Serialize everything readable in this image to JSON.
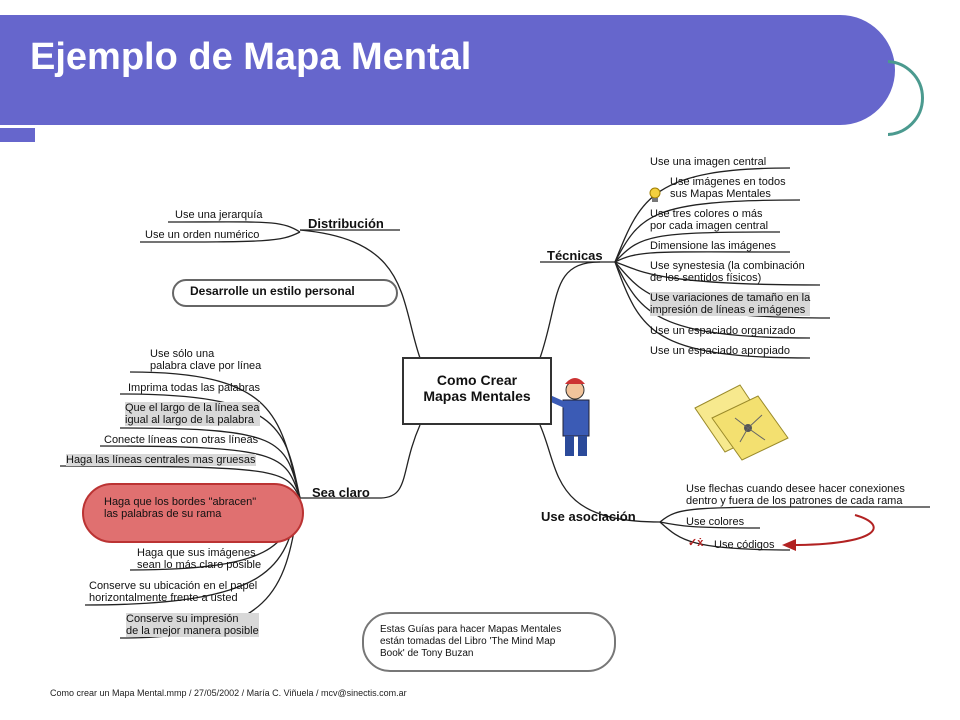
{
  "slide": {
    "title": "Ejemplo de Mapa Mental"
  },
  "center": {
    "label": "Como Crear\nMapas Mentales"
  },
  "branches": {
    "distribucion": {
      "label": "Distribución",
      "items": [
        "Use una jerarquía",
        "Use un orden numérico"
      ]
    },
    "estilo": {
      "label": "Desarrolle un estilo personal"
    },
    "tecnicas": {
      "label": "Técnicas",
      "items": [
        "Use una imagen central",
        "Use imágenes en todos\nsus Mapas Mentales",
        "Use tres colores o más\npor cada imagen central",
        "Dimensione las imágenes",
        "Use synestesia (la combinación\nde los sentidos físicos)",
        "Use variaciones de tamaño en la\nimpresión de líneas e imágenes",
        "Use un espaciado organizado",
        "Use un espaciado apropiado"
      ]
    },
    "sea_claro": {
      "label": "Sea claro",
      "items": [
        "Use sólo una\npalabra clave por línea",
        "Imprima todas las palabras",
        "Que el largo de la línea sea\nigual al largo de la palabra",
        "Conecte líneas con otras líneas",
        "Haga las líneas centrales mas gruesas",
        "Haga que los bordes \"abracen\"\nlas palabras de su rama",
        "Haga que sus imágenes\nsean lo más claro posible",
        "Conserve su ubicación en el papel\nhorizontalmente frente a usted",
        "Conserve su impresión\nde la mejor manera posible"
      ]
    },
    "asociacion": {
      "label": "Use asociación",
      "items": [
        "Use flechas cuando desee hacer conexiones\ndentro y fuera de los patrones de cada rama",
        "Use colores",
        "Use códigos"
      ],
      "code_marks": "✓ẋ"
    }
  },
  "note": "Estas Guías para hacer Mapas Mentales\nestán tomadas del Libro 'The Mind Map\nBook' de Tony Buzan",
  "footer": "Como crear un Mapa Mental.mmp / 27/05/2002 / María C. Viñuela / mcv@sinectis.com.ar",
  "colors": {
    "banner": "#6666cc",
    "accent_teal": "#4b9a8f",
    "highlight": "#e07070",
    "arrow": "#b22222"
  },
  "icons": [
    "presenter-figure-icon",
    "lightbulb-icon",
    "mini-mindmap-sheets-icon",
    "check-icon"
  ]
}
